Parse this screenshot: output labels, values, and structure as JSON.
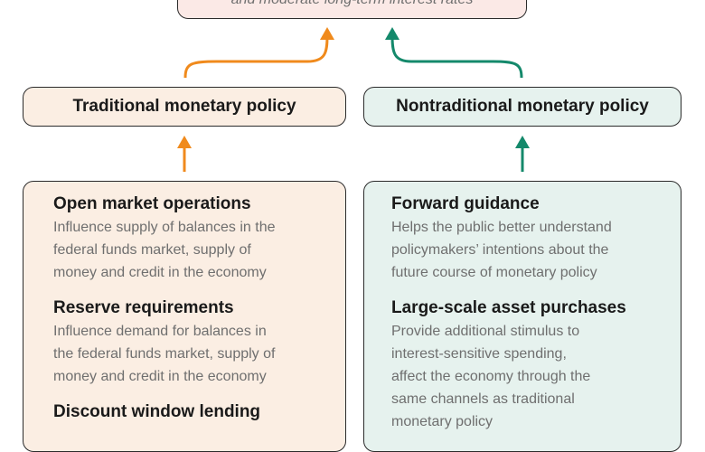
{
  "top_goal": {
    "text": "and moderate long-term interest rates"
  },
  "traditional": {
    "title": "Traditional monetary policy",
    "items": [
      {
        "title": "Open market operations",
        "desc": "Influence supply of balances in the\nfederal funds market, supply of\nmoney and credit in the economy"
      },
      {
        "title": "Reserve requirements",
        "desc": "Influence demand for balances in\nthe federal funds market, supply of\nmoney and credit in the economy"
      },
      {
        "title": "Discount window lending",
        "desc": ""
      }
    ]
  },
  "nontraditional": {
    "title": "Nontraditional monetary policy",
    "items": [
      {
        "title": "Forward guidance",
        "desc": "Helps the public better understand\npolicymakers’ intentions about the\nfuture course of monetary policy"
      },
      {
        "title": "Large-scale asset purchases",
        "desc": "Provide additional stimulus to\ninterest-sensitive spending,\naffect the economy through the\nsame channels as traditional\nmonetary policy"
      }
    ]
  },
  "colors": {
    "orange": "#f08a1c",
    "green": "#14896b",
    "trad_fill": "#fbeee3",
    "nontrad_fill": "#e6f2ee",
    "goal_fill": "#fbe9e6"
  }
}
